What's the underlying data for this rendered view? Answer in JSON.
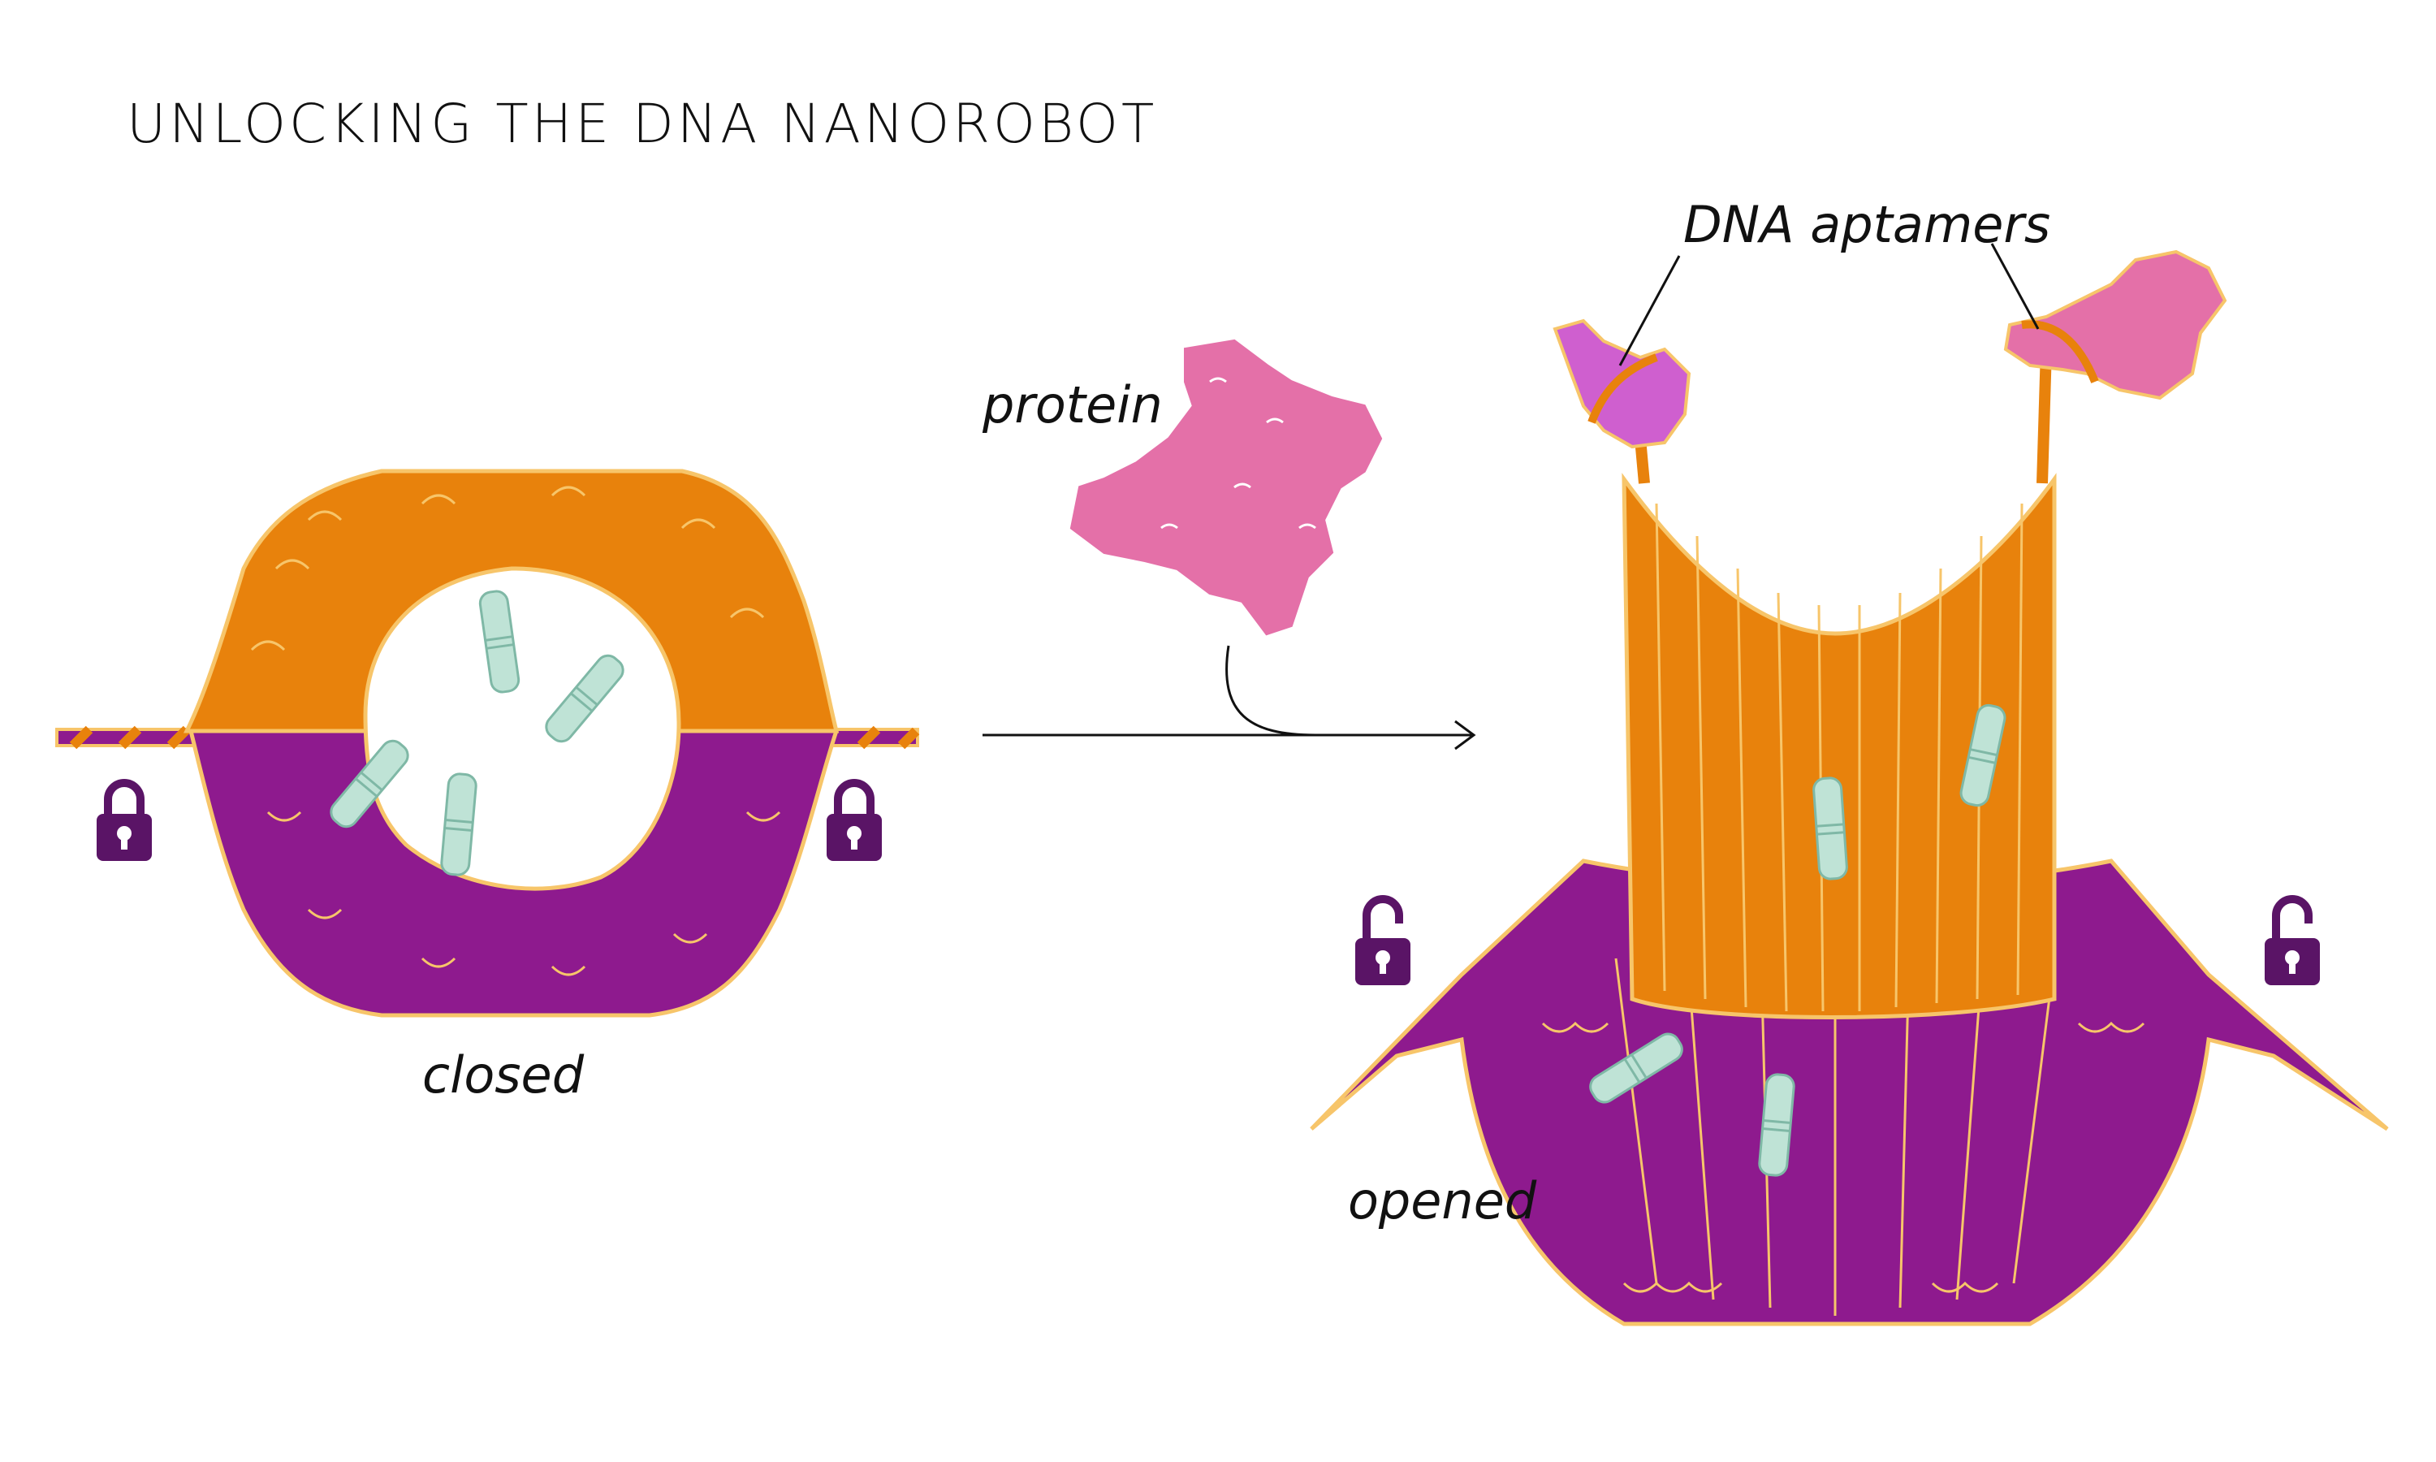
{
  "title": "UNLOCKING THE DNA NANOROBOT",
  "labels": {
    "closed": "closed",
    "opened": "opened",
    "protein": "protein",
    "aptamers": "DNA aptamers"
  },
  "colors": {
    "orange": "#E8820C",
    "purple": "#8E1A8E",
    "outline": "#F7C56A",
    "pink": "#E470A8",
    "magenta": "#CF5FCF",
    "cargo": "#BFE3D6",
    "lock": "#5A1466",
    "arrow": "#111111"
  },
  "icons": [
    "lock-closed-icon",
    "lock-closed-icon",
    "lock-open-icon",
    "lock-open-icon"
  ]
}
